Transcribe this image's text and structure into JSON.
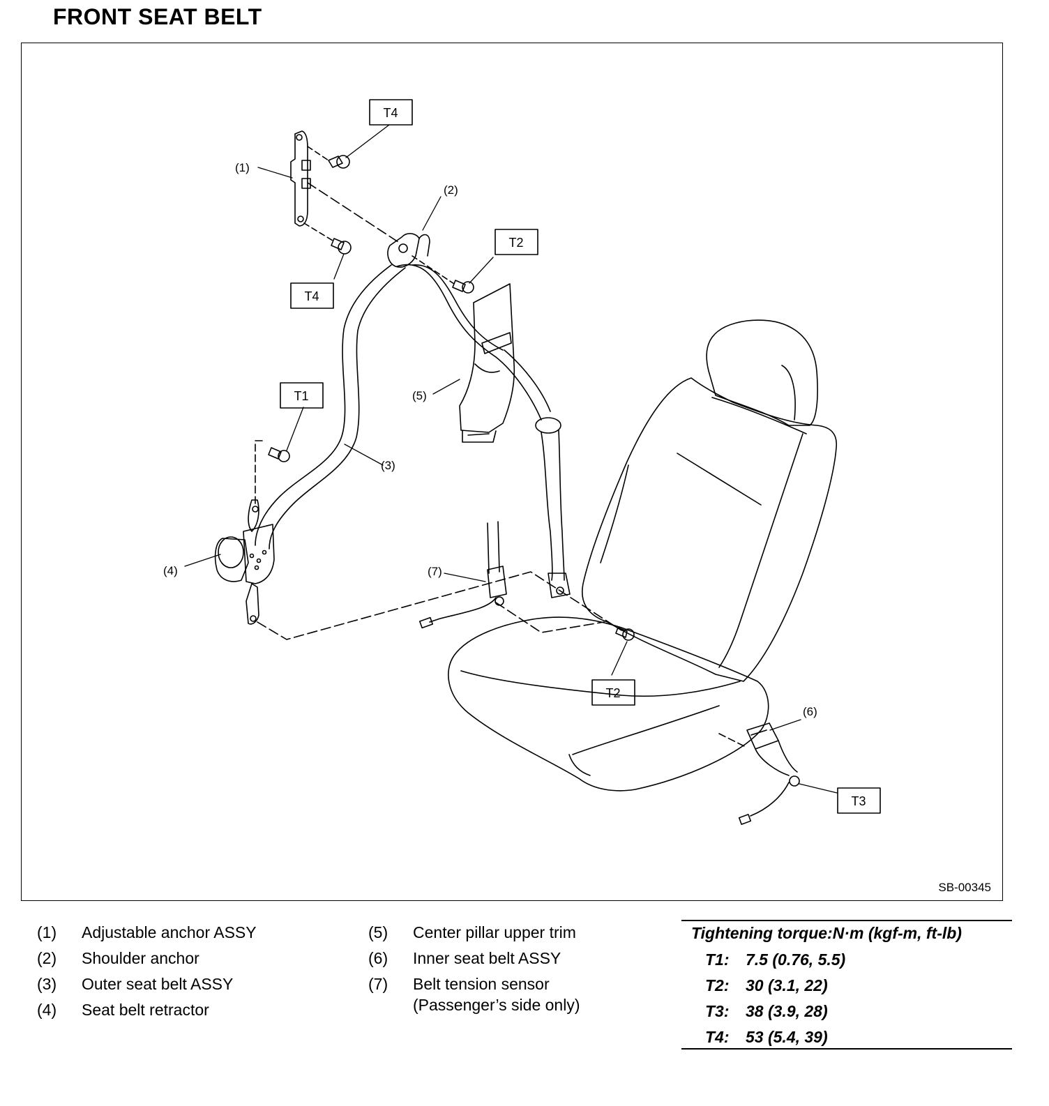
{
  "title": "FRONT SEAT BELT",
  "figure_id": "SB-00345",
  "callouts": {
    "c1": "(1)",
    "c2": "(2)",
    "c3": "(3)",
    "c4": "(4)",
    "c5": "(5)",
    "c6": "(6)",
    "c7": "(7)"
  },
  "torque_tags": {
    "t4_top": "T4",
    "t4_mid": "T4",
    "t2_top": "T2",
    "t1": "T1",
    "t2_bottom": "T2",
    "t3": "T3"
  },
  "legend": [
    {
      "num": "(1)",
      "text": "Adjustable anchor ASSY"
    },
    {
      "num": "(2)",
      "text": "Shoulder anchor"
    },
    {
      "num": "(3)",
      "text": "Outer seat belt ASSY"
    },
    {
      "num": "(4)",
      "text": "Seat belt retractor"
    },
    {
      "num": "(5)",
      "text": "Center pillar upper trim"
    },
    {
      "num": "(6)",
      "text": "Inner seat belt ASSY"
    },
    {
      "num": "(7)",
      "text": "Belt tension sensor",
      "text2": "(Passenger’s side only)"
    }
  ],
  "torque": {
    "title": "Tightening torque:N·m (kgf-m, ft-lb)",
    "rows": [
      {
        "key": "T1:",
        "value": "7.5 (0.76, 5.5)"
      },
      {
        "key": "T2:",
        "value": "30 (3.1, 22)"
      },
      {
        "key": "T3:",
        "value": "38 (3.9, 28)"
      },
      {
        "key": "T4:",
        "value": "53 (5.4, 39)"
      }
    ]
  }
}
